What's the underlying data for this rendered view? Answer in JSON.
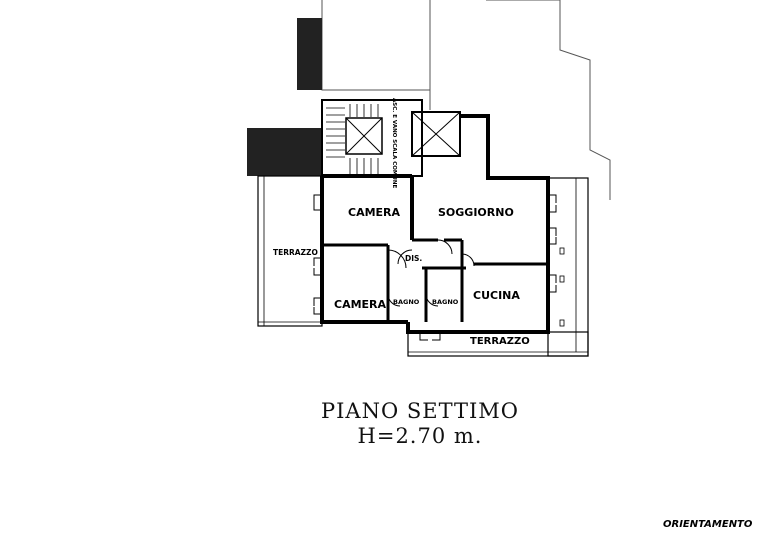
{
  "rooms": {
    "camera1": "CAMERA",
    "soggiorno": "SOGGIORNO",
    "terrazzo_left": "TERRAZZO",
    "dis": "DIS.",
    "camera2": "CAMERA",
    "bagno1": "BAGNO",
    "bagno2": "BAGNO",
    "cucina": "CUCINA",
    "terrazzo_bottom": "TERRAZZO"
  },
  "stair_note": "ASC. E VANO SCALA COMUNE",
  "caption": {
    "floor": "PIANO SETTIMO",
    "height": "H=2.70 m."
  },
  "orientation_label": "ORIENTAMENTO"
}
